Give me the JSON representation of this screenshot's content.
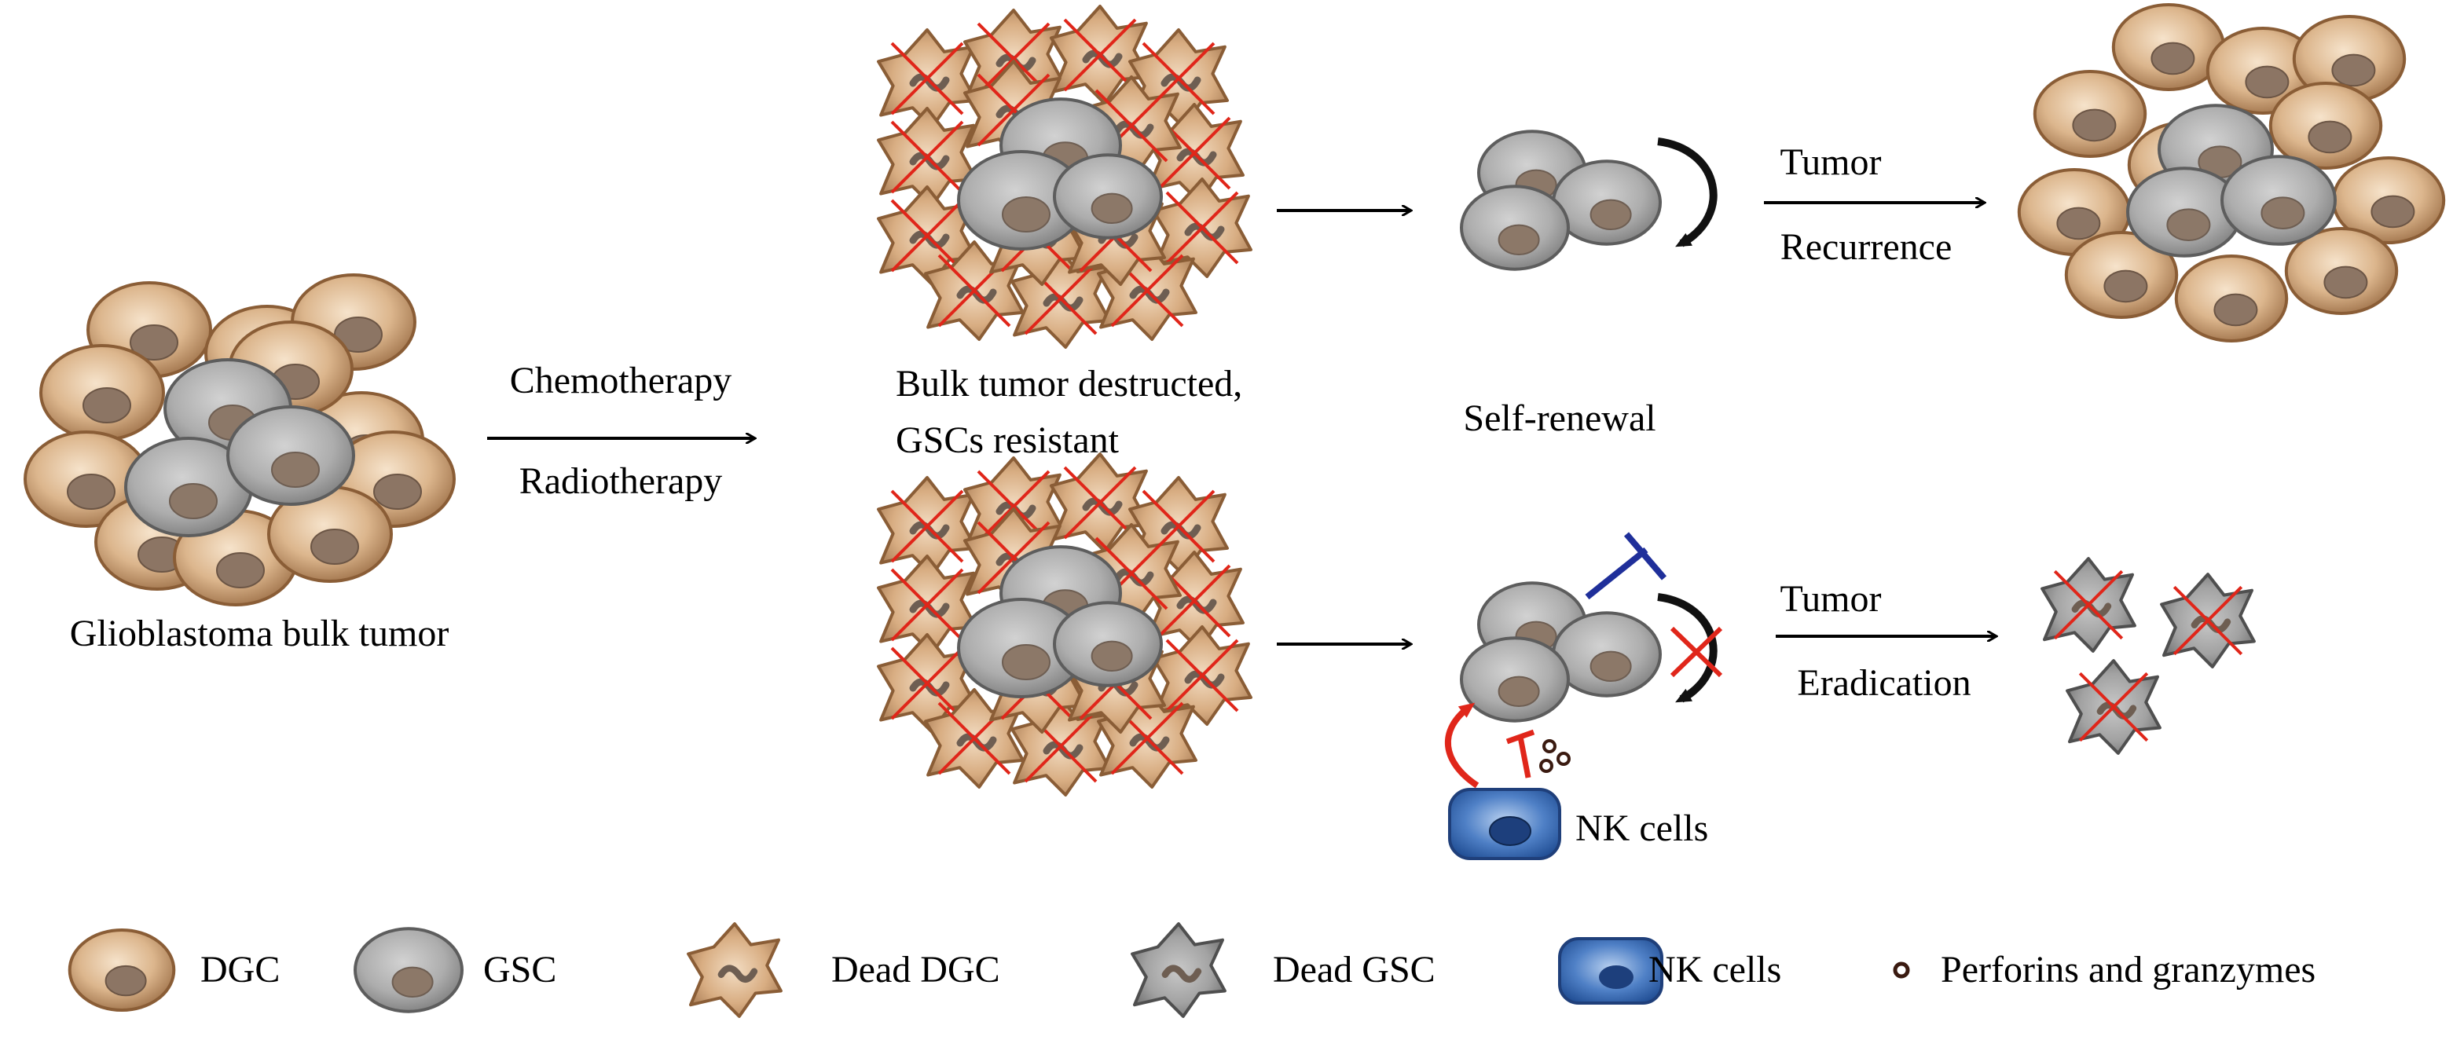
{
  "labels": {
    "chemotherapy": "Chemotherapy",
    "radiotherapy": "Radiotherapy",
    "bulk_tumor": "Glioblastoma bulk tumor",
    "destructed_line1": "Bulk tumor destructed,",
    "destructed_line2": "GSCs resistant",
    "self_renewal": "Self-renewal",
    "tumor_top": "Tumor",
    "recurrence": "Recurrence",
    "tumor_bottom": "Tumor",
    "eradication": "Eradication",
    "nk_cells": "NK cells"
  },
  "legend": {
    "dgc": "DGC",
    "gsc": "GSC",
    "dead_dgc": "Dead DGC",
    "dead_gsc": "Dead GSC",
    "nk_cells": "NK cells",
    "perforins": "Perforins and granzymes"
  },
  "colors": {
    "dgc_fill": "#c9a27a",
    "dgc_nucleus": "#8a7462",
    "gsc_fill": "#a9a9a9",
    "gsc_nucleus": "#8c7868",
    "dead_fill": "#d2a67d",
    "dead_gsc_fill": "#9a9a9a",
    "cross": "#e0261a",
    "nk_fill": "#2f5ea8",
    "inhibit": "#1f2f9a",
    "arrow": "#000000"
  }
}
